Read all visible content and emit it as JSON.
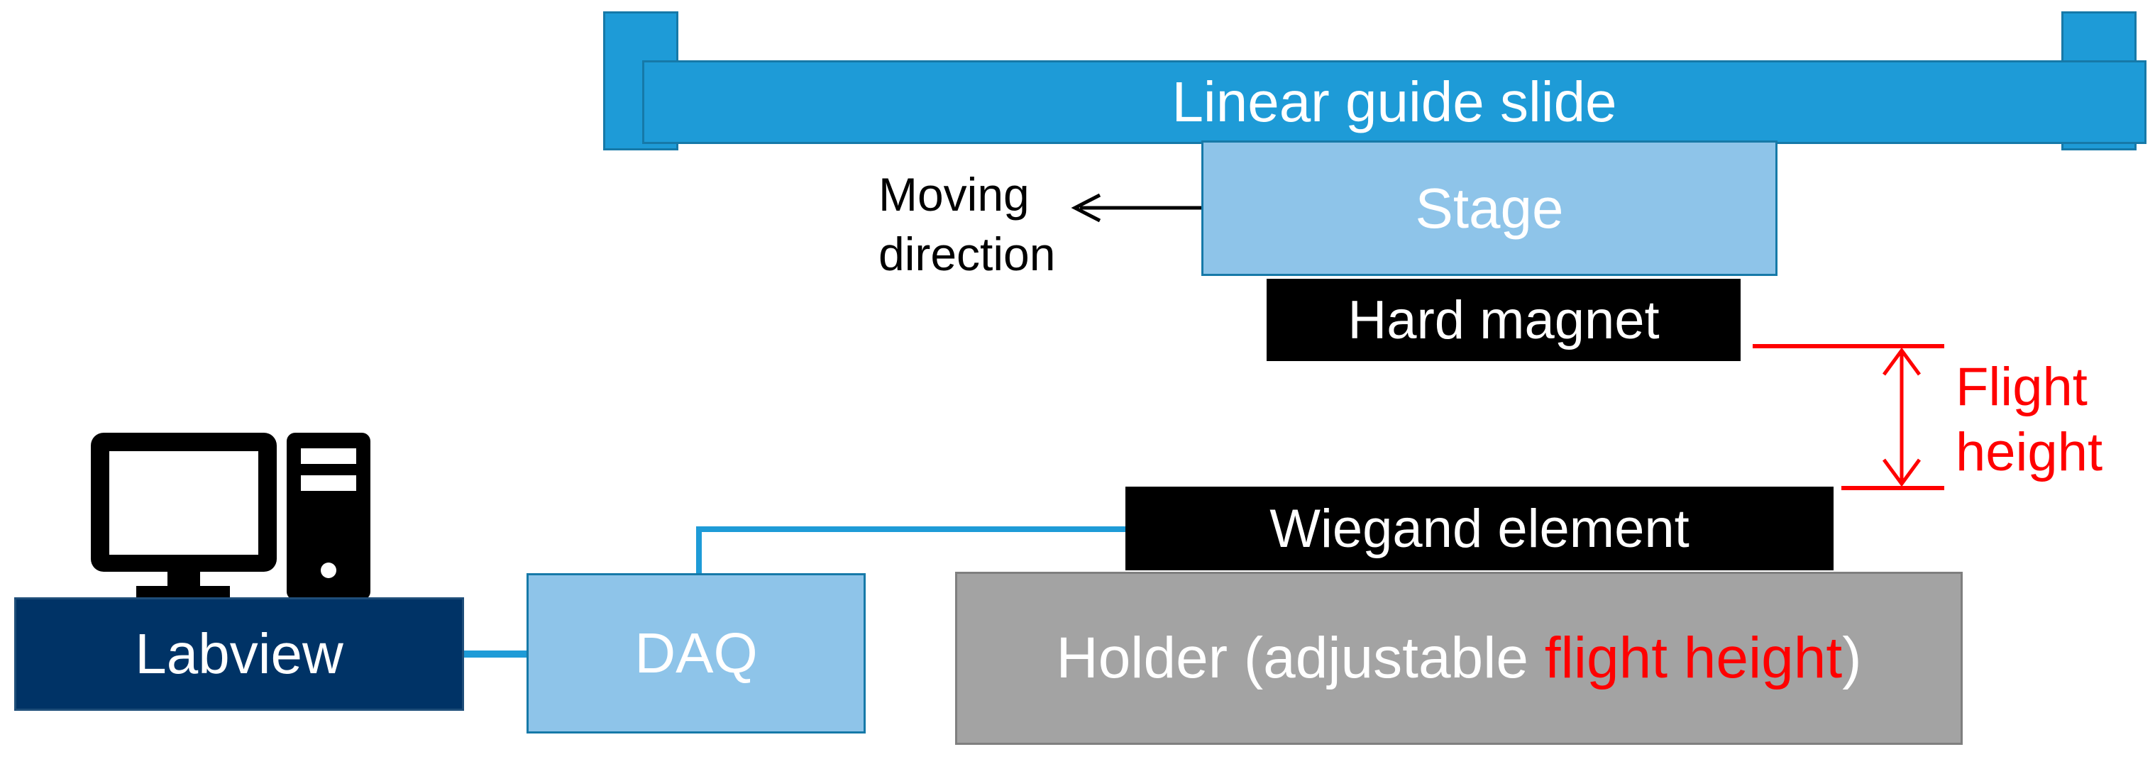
{
  "diagram": {
    "rail_label": "Linear guide slide",
    "stage_label": "Stage",
    "hard_magnet_label": "Hard magnet",
    "wiegand_label": "Wiegand element",
    "holder_label_prefix": "Holder (adjustable ",
    "holder_label_highlight": "flight height",
    "holder_label_suffix": ")",
    "daq_label": "DAQ",
    "labview_label": "Labview",
    "moving_direction_line1": "Moving",
    "moving_direction_line2": "direction",
    "flight_height_line1": "Flight",
    "flight_height_line2": "height",
    "icons": [
      "computer-icon"
    ],
    "colors": {
      "rail": "#1E9BD7",
      "stage": "#8EC4E9",
      "labview": "#003366",
      "holder": "#A3A3A3",
      "magnets": "#000000",
      "dimension": "#FF0000",
      "cable": "#1E9BD7"
    }
  }
}
